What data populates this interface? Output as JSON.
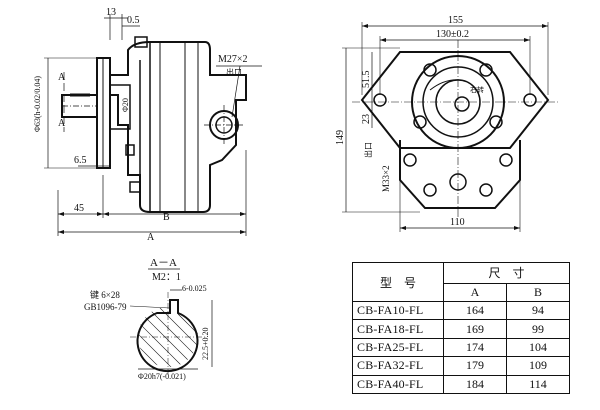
{
  "side_view": {
    "dim_13": "13",
    "dim_0_5": "0.5",
    "port_label": "M27×2",
    "port_name": "出口",
    "section_mark": "A",
    "shaft_dia": "Φ20",
    "flange_dia": "Φ63(h-0.02/0.04)",
    "dim_6_5": "6.5",
    "dim_45": "45",
    "dim_B": "B",
    "dim_A": "A"
  },
  "front_view": {
    "dim_155": "155",
    "dim_130": "130±0.2",
    "dim_51_5": "51.5",
    "dim_23": "23",
    "dim_149": "149",
    "dim_110": "110",
    "outlet": "出口",
    "inlet_thread": "M33×2",
    "rotation": "右转"
  },
  "section_view": {
    "title": "A－A",
    "scale": "M2：1",
    "key_width": "6-0.025",
    "key_note_1": "键 6×28",
    "key_note_2": "GB1096-79",
    "height": "22.5+0.20",
    "diameter": "Φ20h7(-0.021)"
  },
  "table": {
    "header_model": "型　号",
    "header_dims": "尺　寸",
    "col_a": "A",
    "col_b": "B",
    "rows": [
      {
        "model": "CB-FA10-FL",
        "a": "164",
        "b": "94"
      },
      {
        "model": "CB-FA18-FL",
        "a": "169",
        "b": "99"
      },
      {
        "model": "CB-FA25-FL",
        "a": "174",
        "b": "104"
      },
      {
        "model": "CB-FA32-FL",
        "a": "179",
        "b": "109"
      },
      {
        "model": "CB-FA40-FL",
        "a": "184",
        "b": "114"
      }
    ]
  }
}
